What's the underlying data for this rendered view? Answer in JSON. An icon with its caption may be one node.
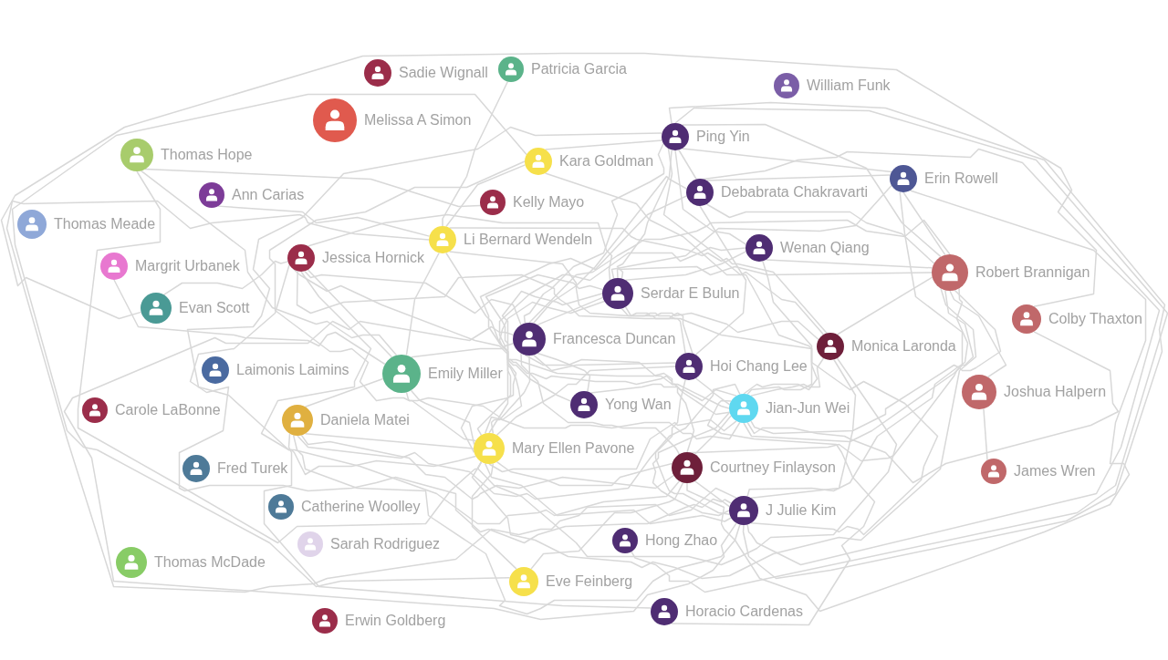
{
  "diagram": {
    "nodes": [
      {
        "text": [
          "Patricia Garcia"
        ]
      },
      {
        "text": [
          "Sadie Wignall"
        ]
      },
      {
        "text": [
          "William Funk"
        ]
      },
      {
        "text": [
          "Melissa A Simon"
        ]
      },
      {
        "text": [
          "Ping Yin"
        ]
      },
      {
        "text": [
          "Kara Goldman"
        ]
      },
      {
        "text": [
          "Thomas Hope"
        ]
      },
      {
        "text": [
          "Ann Carias"
        ]
      },
      {
        "text": [
          "Erin Rowell"
        ]
      },
      {
        "text": [
          "Debabrata Chakravarti"
        ]
      },
      {
        "text": [
          "Thomas Meade"
        ]
      },
      {
        "text": [
          "Kelly Mayo"
        ]
      },
      {
        "text": [
          "Li Bernard Wendeln"
        ]
      },
      {
        "text": [
          "Wenan Qiang"
        ]
      },
      {
        "text": [
          "Jessica Hornick"
        ]
      },
      {
        "text": [
          "Margrit Urbanek"
        ]
      },
      {
        "text": [
          "Robert Brannigan"
        ]
      },
      {
        "text": [
          "Serdar E Bulun"
        ]
      },
      {
        "text": [
          "Evan Scott"
        ]
      },
      {
        "text": [
          "Colby Thaxton"
        ]
      },
      {
        "text": [
          "Francesca Duncan"
        ]
      },
      {
        "text": [
          "Hoi Chang Lee"
        ]
      },
      {
        "text": [
          "Monica Laronda"
        ]
      },
      {
        "text": [
          "Emily Miller"
        ]
      },
      {
        "text": [
          "Laimonis Laimins"
        ]
      },
      {
        "text": [
          "Joshua Halpern"
        ]
      },
      {
        "text": [
          "Carole LaBonne"
        ]
      },
      {
        "text": [
          "Jian-Jun Wei"
        ]
      },
      {
        "text": [
          "Daniela Matei"
        ]
      },
      {
        "text": [
          "Yong Wan"
        ]
      },
      {
        "text": [
          "Mary Ellen Pavone"
        ]
      },
      {
        "text": [
          "Courtney Finlayson"
        ]
      },
      {
        "text": [
          "James Wren"
        ]
      },
      {
        "text": [
          "Fred Turek"
        ]
      },
      {
        "text": [
          "J Julie Kim"
        ]
      },
      {
        "text": [
          "Catherine Woolley"
        ]
      },
      {
        "text": [
          "Hong Zhao"
        ]
      },
      {
        "text": [
          "Sarah Rodriguez"
        ]
      },
      {
        "text": [
          "Thomas McDade"
        ]
      },
      {
        "text": [
          "Eve Feinberg"
        ]
      },
      {
        "text": [
          "Horacio Cardenas"
        ]
      },
      {
        "text": [
          "Erwin Goldberg"
        ]
      }
    ],
    "edges": [
      {
        "from": 0,
        "to": 12,
        "arrow": "none"
      },
      {
        "from": 6,
        "to": 11,
        "arrow": "none"
      },
      {
        "from": 6,
        "to": 23,
        "arrow": "none"
      },
      {
        "from": 6,
        "to": 30,
        "arrow": "none"
      },
      {
        "from": 7,
        "to": 12,
        "arrow": "none"
      },
      {
        "from": 15,
        "to": 23,
        "arrow": "none"
      },
      {
        "from": 18,
        "to": 14,
        "arrow": "none"
      },
      {
        "from": 18,
        "to": 19,
        "arrow": "none"
      },
      {
        "from": 14,
        "to": 23,
        "arrow": "none"
      },
      {
        "from": 14,
        "to": 17,
        "arrow": "none"
      },
      {
        "from": 14,
        "to": 20,
        "arrow": "none"
      },
      {
        "from": 14,
        "to": 21,
        "arrow": "none"
      },
      {
        "from": 14,
        "to": 27,
        "arrow": "none"
      },
      {
        "from": 14,
        "to": 34,
        "arrow": "none"
      },
      {
        "from": 14,
        "to": 31,
        "arrow": "none"
      },
      {
        "from": 12,
        "to": 5,
        "arrow": "none"
      },
      {
        "from": 12,
        "to": 23,
        "arrow": "none"
      },
      {
        "from": 12,
        "to": 30,
        "arrow": "none"
      },
      {
        "from": 12,
        "to": 21,
        "arrow": "none"
      },
      {
        "from": 12,
        "to": 22,
        "arrow": "none"
      },
      {
        "from": 12,
        "to": 34,
        "arrow": "none"
      },
      {
        "from": 5,
        "to": 4,
        "arrow": "none"
      },
      {
        "from": 5,
        "to": 39,
        "arrow": "none"
      },
      {
        "from": 5,
        "to": 22,
        "arrow": "none"
      },
      {
        "from": 5,
        "to": 30,
        "arrow": "none"
      },
      {
        "from": 4,
        "to": 8,
        "arrow": "none"
      },
      {
        "from": 4,
        "to": 9,
        "arrow": "none"
      },
      {
        "from": 4,
        "to": 17,
        "arrow": "none"
      },
      {
        "from": 4,
        "to": 20,
        "arrow": "none"
      },
      {
        "from": 4,
        "to": 30,
        "arrow": "none"
      },
      {
        "from": 4,
        "to": 36,
        "arrow": "none"
      },
      {
        "from": 4,
        "to": 16,
        "arrow": "none"
      },
      {
        "from": 4,
        "to": 27,
        "arrow": "none"
      },
      {
        "from": 4,
        "to": 34,
        "arrow": "none"
      },
      {
        "from": 4,
        "to": 13,
        "arrow": "none"
      },
      {
        "from": 9,
        "to": 16,
        "arrow": "none"
      },
      {
        "from": 9,
        "to": 21,
        "arrow": "none"
      },
      {
        "from": 9,
        "to": 34,
        "arrow": "none"
      },
      {
        "from": 9,
        "to": 30,
        "arrow": "none"
      },
      {
        "from": 9,
        "to": 20,
        "arrow": "none"
      },
      {
        "from": 8,
        "to": 27,
        "arrow": "none"
      },
      {
        "from": 8,
        "to": 31,
        "arrow": "none"
      },
      {
        "from": 8,
        "to": 16,
        "arrow": "none"
      },
      {
        "from": 8,
        "to": 17,
        "arrow": "none"
      },
      {
        "from": 8,
        "to": 9,
        "arrow": "none"
      },
      {
        "from": 13,
        "to": 27,
        "arrow": "none"
      },
      {
        "from": 13,
        "to": 16,
        "arrow": "none"
      },
      {
        "from": 13,
        "to": 30,
        "arrow": "none"
      },
      {
        "from": 13,
        "to": 17,
        "arrow": "none"
      },
      {
        "from": 16,
        "to": 25,
        "arrow": "none"
      },
      {
        "from": 16,
        "to": 27,
        "arrow": "none"
      },
      {
        "from": 16,
        "to": 34,
        "arrow": "none"
      },
      {
        "from": 16,
        "to": 17,
        "arrow": "none"
      },
      {
        "from": 16,
        "to": 20,
        "arrow": "none"
      },
      {
        "from": 16,
        "to": 22,
        "arrow": "none"
      },
      {
        "from": 16,
        "to": 30,
        "arrow": "none"
      },
      {
        "from": 16,
        "to": 31,
        "arrow": "none"
      },
      {
        "from": 19,
        "to": 27,
        "arrow": "none"
      },
      {
        "from": 17,
        "to": 20,
        "arrow": "none"
      },
      {
        "from": 17,
        "to": 30,
        "arrow": "none"
      },
      {
        "from": 17,
        "to": 34,
        "arrow": "none"
      },
      {
        "from": 17,
        "to": 27,
        "arrow": "none"
      },
      {
        "from": 17,
        "to": 22,
        "arrow": "none"
      },
      {
        "from": 17,
        "to": 29,
        "arrow": "none"
      },
      {
        "from": 20,
        "to": 21,
        "arrow": "none"
      },
      {
        "from": 20,
        "to": 30,
        "arrow": "none"
      },
      {
        "from": 20,
        "to": 34,
        "arrow": "none"
      },
      {
        "from": 20,
        "to": 27,
        "arrow": "none"
      },
      {
        "from": 20,
        "to": 31,
        "arrow": "none"
      },
      {
        "from": 20,
        "to": 23,
        "arrow": "none"
      },
      {
        "from": 21,
        "to": 30,
        "arrow": "none"
      },
      {
        "from": 21,
        "to": 34,
        "arrow": "none"
      },
      {
        "from": 21,
        "to": 27,
        "arrow": "none"
      },
      {
        "from": 22,
        "to": 27,
        "arrow": "none"
      },
      {
        "from": 22,
        "to": 34,
        "arrow": "none"
      },
      {
        "from": 22,
        "to": 30,
        "arrow": "none"
      },
      {
        "from": 23,
        "to": 28,
        "arrow": "none"
      },
      {
        "from": 23,
        "to": 30,
        "arrow": "none"
      },
      {
        "from": 23,
        "to": 27,
        "arrow": "none"
      },
      {
        "from": 28,
        "to": 27,
        "arrow": "none"
      },
      {
        "from": 28,
        "to": 30,
        "arrow": "none"
      },
      {
        "from": 28,
        "to": 31,
        "arrow": "none"
      },
      {
        "from": 28,
        "to": 34,
        "arrow": "none"
      },
      {
        "from": 28,
        "to": 40,
        "arrow": "none"
      },
      {
        "from": 27,
        "to": 31,
        "arrow": "none"
      },
      {
        "from": 27,
        "to": 34,
        "arrow": "none"
      },
      {
        "from": 27,
        "to": 30,
        "arrow": "none"
      },
      {
        "from": 30,
        "to": 39,
        "arrow": "none"
      },
      {
        "from": 30,
        "to": 31,
        "arrow": "none"
      },
      {
        "from": 30,
        "to": 34,
        "arrow": "none"
      },
      {
        "from": 29,
        "to": 31,
        "arrow": "none"
      },
      {
        "from": 29,
        "to": 20,
        "arrow": "none"
      },
      {
        "from": 31,
        "to": 39,
        "arrow": "none"
      },
      {
        "from": 31,
        "to": 34,
        "arrow": "none"
      },
      {
        "from": 40,
        "to": 27,
        "arrow": "none"
      },
      {
        "from": 25,
        "to": 32,
        "arrow": "none"
      }
    ]
  }
}
